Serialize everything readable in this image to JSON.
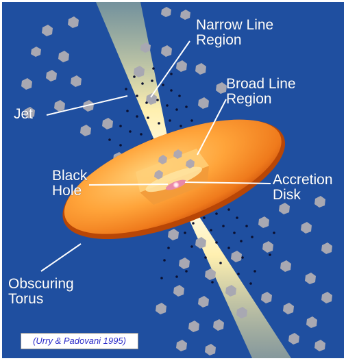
{
  "labels": {
    "narrow_line": [
      "Narrow Line",
      "Region"
    ],
    "broad_line": [
      "Broad Line",
      "Region"
    ],
    "jet": "Jet",
    "black_hole": [
      "Black",
      "Hole"
    ],
    "accretion": [
      "Accretion",
      "Disk"
    ],
    "torus": [
      "Obscuring",
      "Torus"
    ]
  },
  "citation": "(Urry & Padovani 1995)",
  "colors": {
    "background": "#1f4fa0",
    "jet": "#fff2b8",
    "torus_outer": "#e05a10",
    "torus_inner": "#ffb14a",
    "cloud": "#a8a8b2",
    "dot": "#0b1030",
    "citation_text": "#2a2ac8"
  }
}
